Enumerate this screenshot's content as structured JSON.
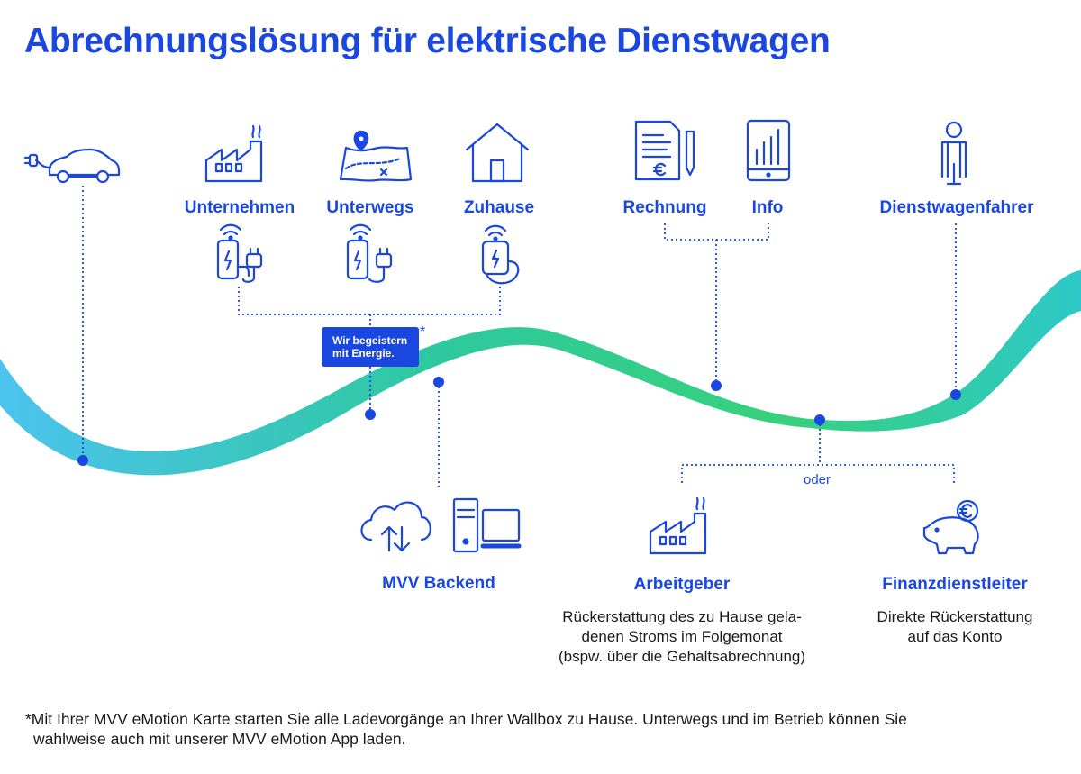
{
  "title": "Abrechnungslösung für elektrische Dienstwagen",
  "colors": {
    "accent": "#1a47e0",
    "wave_start": "#4cc3ee",
    "wave_mid": "#2ec8a0",
    "wave_green": "#36d17b",
    "wave_end": "#2ec8c8"
  },
  "charging_locations": [
    {
      "label": "Unternehmen",
      "icon": "factory-icon",
      "charger": "wallbox-icon"
    },
    {
      "label": "Unterwegs",
      "icon": "map-icon",
      "charger": "wallbox-icon"
    },
    {
      "label": "Zuhause",
      "icon": "house-icon",
      "charger": "wallbox-icon"
    }
  ],
  "badge": {
    "line1": "Wir begeistern",
    "line2": "mit Energie.",
    "asterisk": "*"
  },
  "documents": [
    {
      "label": "Rechnung",
      "icon": "invoice-icon"
    },
    {
      "label": "Info",
      "icon": "tablet-chart-icon"
    }
  ],
  "driver": {
    "label": "Dienstwagenfahrer",
    "icon": "person-icon"
  },
  "car": {
    "icon": "electric-car-icon"
  },
  "backend": {
    "label": "MVV Backend",
    "icons": [
      "cloud-sync-icon",
      "server-icon"
    ]
  },
  "or_label": "oder",
  "employer": {
    "label": "Arbeitgeber",
    "icon": "factory-icon",
    "description": [
      "Rückerstattung des zu Hause gela-",
      "denen Stroms im Folgemonat",
      "(bspw. über die Gehaltsabrechnung)"
    ]
  },
  "finance": {
    "label": "Finanzdienstleiter",
    "icon": "piggy-bank-icon",
    "description": [
      "Direkte Rückerstattung",
      "auf das Konto"
    ]
  },
  "footnote": [
    "*Mit Ihrer MVV eMotion Karte starten Sie alle Ladevorgänge an Ihrer Wallbox zu Hause. Unterwegs und im Betrieb können Sie",
    "wahlweise auch mit unserer MVV eMotion App laden."
  ]
}
